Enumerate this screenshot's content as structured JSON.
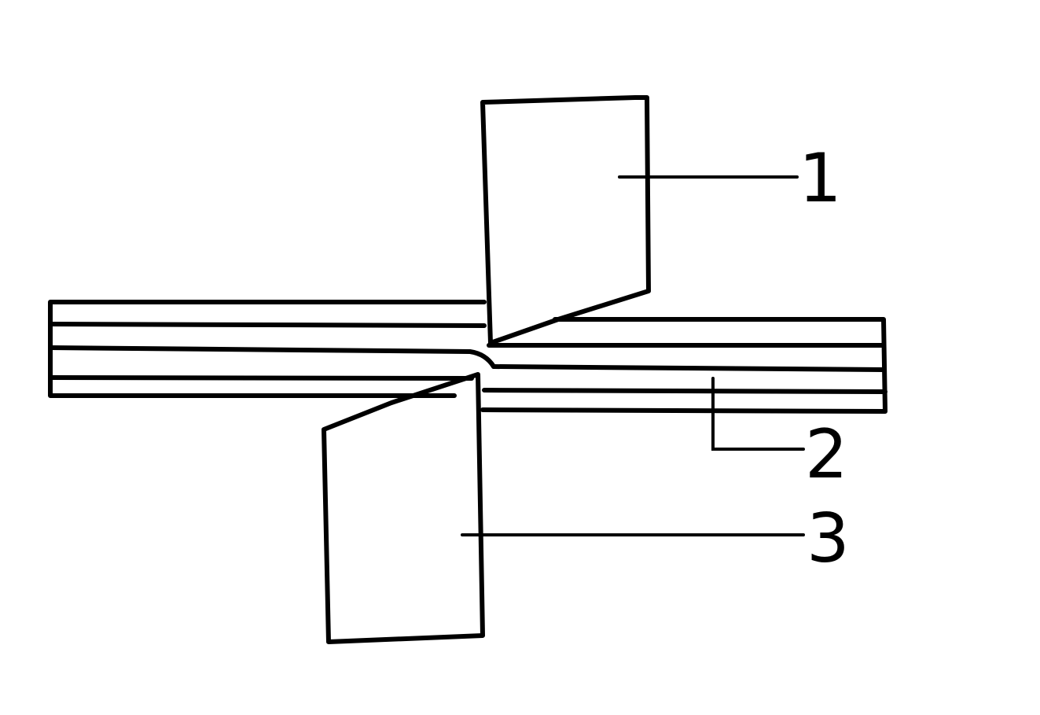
{
  "labels": {
    "upper_blade": "1",
    "sheet": "2",
    "lower_blade": "3"
  },
  "colors": {
    "ink": "#000000",
    "background": "#ffffff"
  }
}
